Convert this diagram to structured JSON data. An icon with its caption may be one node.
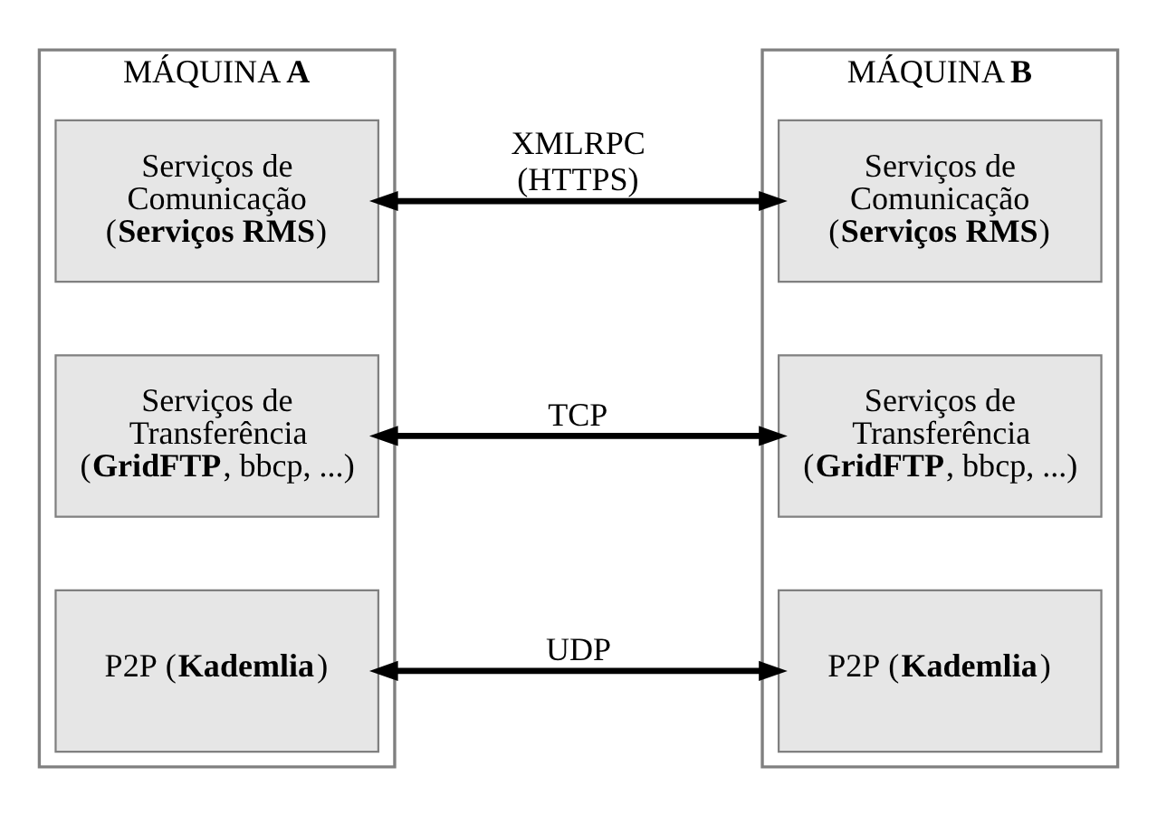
{
  "diagram": {
    "nodes": [
      {
        "text": [
          "MÁQUINA **A**"
        ]
      },
      {
        "text": [
          "Serviços de Comunicação (**Serviços RMS**)"
        ],
        "in": 0
      },
      {
        "text": [
          "Serviços de Transferência (**GridFTP**, bbcp, ...)"
        ],
        "in": 0
      },
      {
        "text": [
          "P2P (**Kademlia**)"
        ],
        "in": 0
      },
      {
        "text": [
          "MÁQUINA **B**"
        ]
      },
      {
        "text": [
          "Serviços de Comunicação (**Serviços RMS**)"
        ],
        "in": 4
      },
      {
        "text": [
          "Serviços de Transferência (**GridFTP**, bbcp, ...)"
        ],
        "in": 4
      },
      {
        "text": [
          "P2P (**Kademlia**)"
        ],
        "in": 4
      }
    ],
    "edges": [
      {
        "from": 1,
        "to": 5,
        "arrow": "both",
        "label": "XMLRPC (HTTPS)"
      },
      {
        "from": 2,
        "to": 6,
        "arrow": "both",
        "label": "TCP"
      },
      {
        "from": 3,
        "to": 7,
        "arrow": "both",
        "label": "UDP"
      }
    ]
  }
}
